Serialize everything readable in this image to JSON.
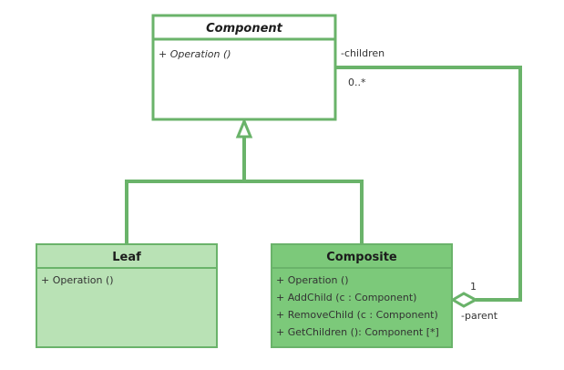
{
  "classes": {
    "component": {
      "name": "Component",
      "members": [
        "+ Operation ()"
      ]
    },
    "leaf": {
      "name": "Leaf",
      "members": [
        "+ Operation ()"
      ]
    },
    "composite": {
      "name": "Composite",
      "members": [
        "+ Operation ()",
        "+ AddChild (c : Component)",
        "+ RemoveChild (c : Component)",
        "+ GetChildren (): Component [*]"
      ]
    }
  },
  "association": {
    "children_role": "-children",
    "children_multiplicity": "0..*",
    "parent_role": "-parent",
    "parent_multiplicity": "1"
  },
  "colors": {
    "line": "#6ab36a",
    "component_fill": "#ffffff",
    "leaf_fill": "#b9e2b5",
    "composite_fill": "#7cc97a"
  }
}
